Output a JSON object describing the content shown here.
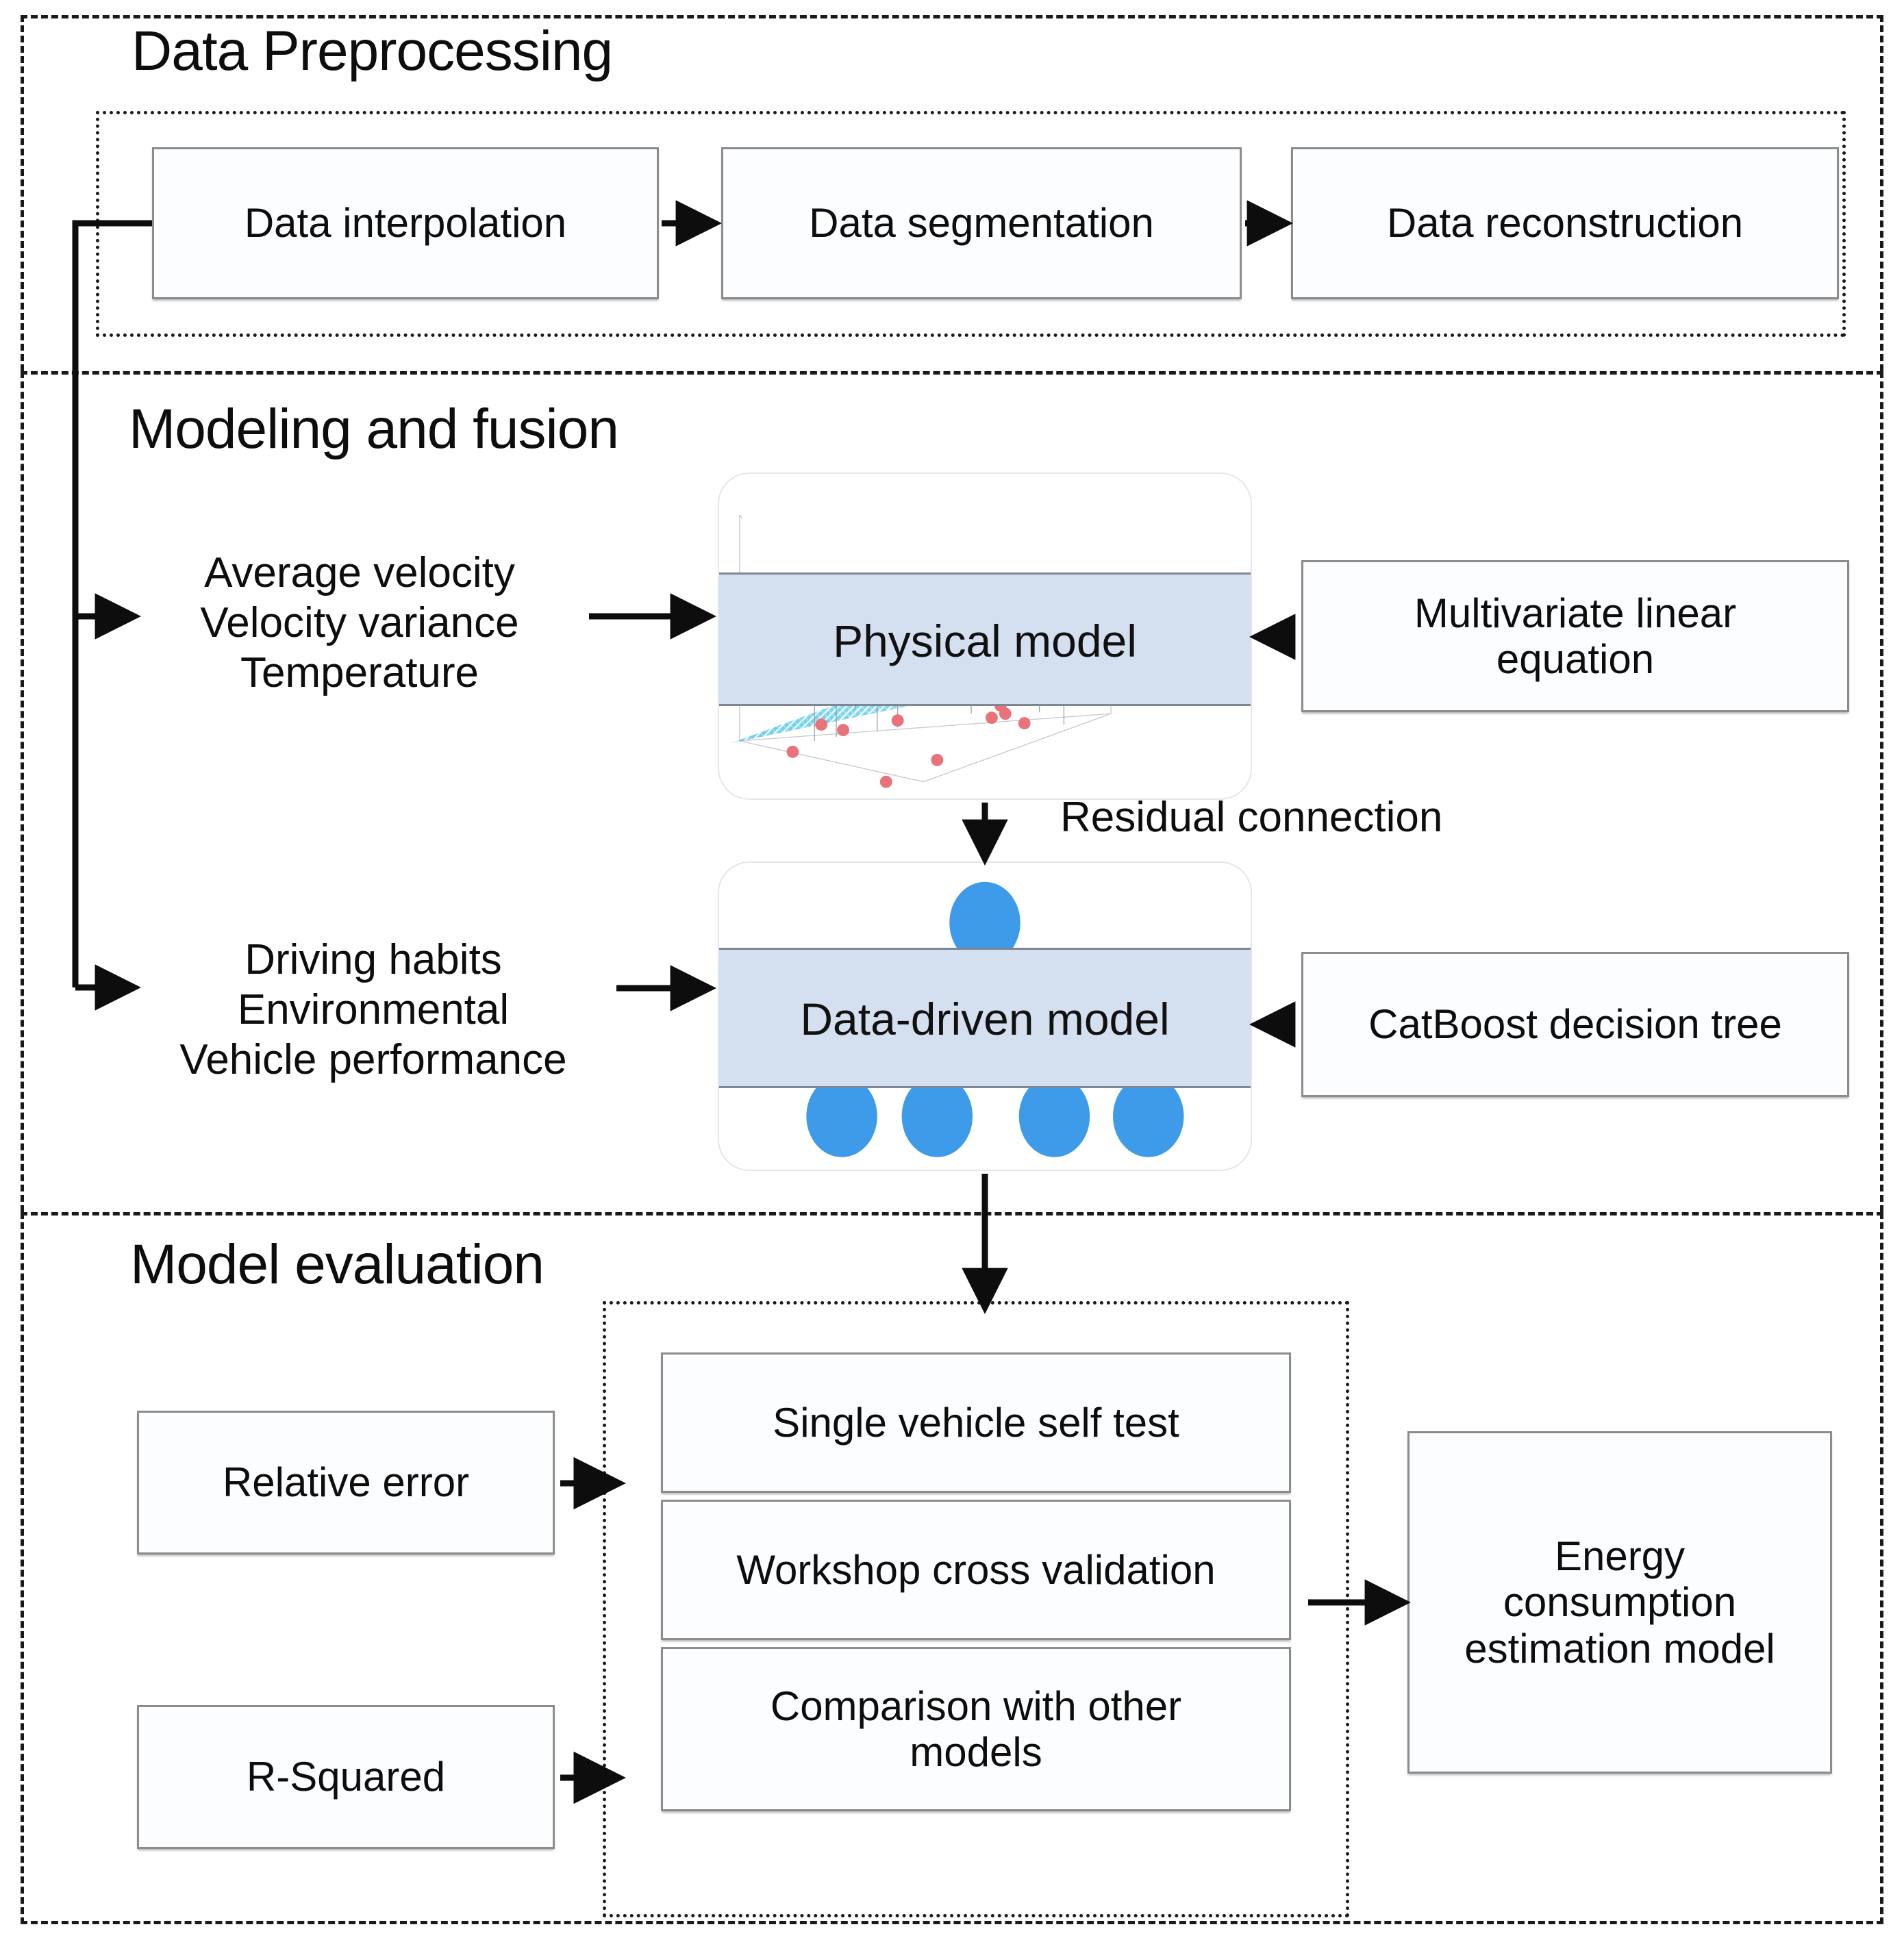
{
  "diagram": {
    "title_preprocessing": "Data Preprocessing",
    "title_modeling": "Modeling and fusion",
    "title_evaluation": "Model evaluation"
  },
  "preprocessing": {
    "steps": [
      {
        "label": "Data interpolation"
      },
      {
        "label": "Data segmentation"
      },
      {
        "label": "Data reconstruction"
      }
    ]
  },
  "modeling": {
    "physical_inputs": "Average velocity\nVelocity variance\nTemperature",
    "physical_model_label": "Physical model",
    "physical_method": "Multivariate linear\nequation",
    "residual_label": "Residual connection",
    "datadriven_inputs": "Driving habits\nEnvironmental\nVehicle performance",
    "datadriven_model_label": "Data-driven model",
    "datadriven_method": "CatBoost decision tree"
  },
  "evaluation": {
    "metrics": [
      {
        "label": "Relative error"
      },
      {
        "label": "R-Squared"
      }
    ],
    "tests": [
      {
        "label": "Single vehicle self test"
      },
      {
        "label": "Workshop cross validation"
      },
      {
        "label": "Comparison with other\nmodels"
      }
    ],
    "output": "Energy\nconsumption\nestimation model"
  },
  "colors": {
    "band_blue": "#d4dff0",
    "node_blue": "#3d9be9",
    "point_red": "#e8737a",
    "mesh_cyan": "#6fd4ef",
    "mesh_green": "#8fe0c4",
    "box_border": "#8c8c8c",
    "frame": "#1a1a1a"
  },
  "chart_data": {
    "type": "scatter",
    "title": "Physical model 3D regression surface",
    "description": "3D scatter of observations with a fitted linear regression plane rendered as a mesh; drop-lines connect points to the plane."
  }
}
